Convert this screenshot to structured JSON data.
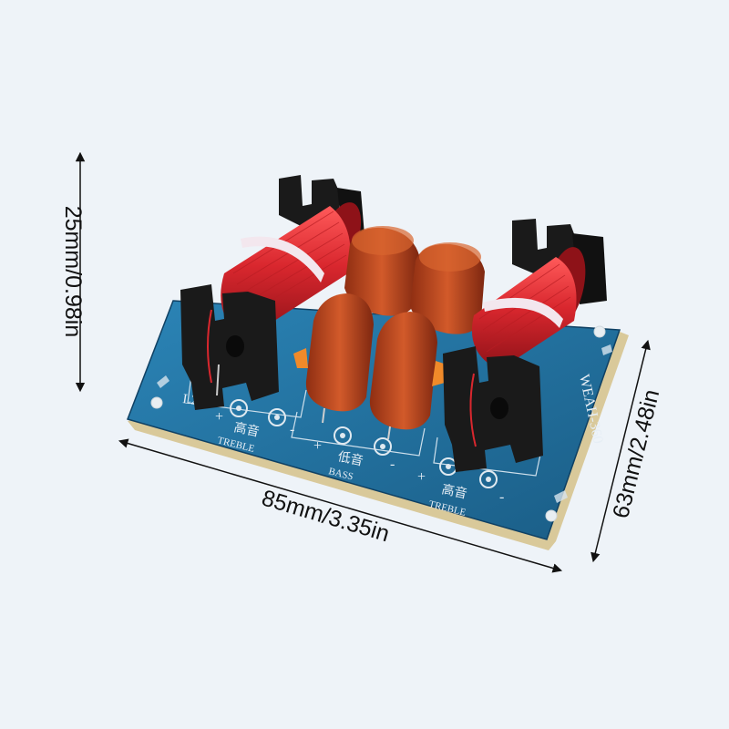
{
  "dimensions": {
    "height_label": "25mm/0.98in",
    "length_label": "85mm/3.35in",
    "width_label": "63mm/2.48in"
  },
  "board": {
    "model": "WEAH-360",
    "coil_ref": "L2",
    "terminals": [
      {
        "cn": "高音",
        "en": "TREBLE",
        "plus": "+",
        "minus": "-"
      },
      {
        "cn": "低音",
        "en": "BASS",
        "plus": "+",
        "minus": "-"
      },
      {
        "cn": "高音",
        "en": "TREBLE",
        "plus": "+",
        "minus": "-"
      }
    ]
  },
  "colors": {
    "background": "#eef3f8",
    "pcb": "#1f6f9e",
    "coil": "#d9272e",
    "capacitor": "#c44a1e",
    "bobbin": "#1a1a1a"
  }
}
